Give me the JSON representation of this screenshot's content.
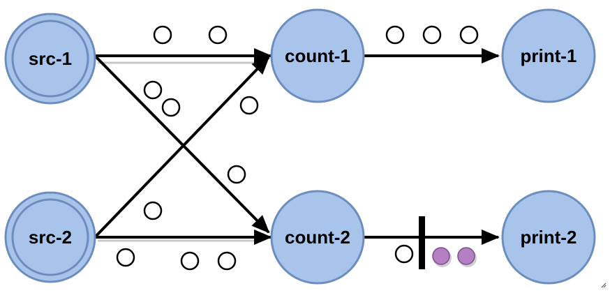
{
  "colors": {
    "node_fill": "#a9c4eb",
    "node_stroke": "#6c8ebf",
    "edge": "#000000",
    "event_token": "#ffffff",
    "buffered_token": "#b57fc4",
    "buffered_token_stroke": "#7a4f8c"
  },
  "nodes": {
    "src1": {
      "label": "src-1"
    },
    "src2": {
      "label": "src-2"
    },
    "count1": {
      "label": "count-1"
    },
    "count2": {
      "label": "count-2"
    },
    "print1": {
      "label": "print-1"
    },
    "print2": {
      "label": "print-2"
    }
  },
  "edges": [
    {
      "from": "src-1",
      "to": "count-1"
    },
    {
      "from": "src-1",
      "to": "count-2"
    },
    {
      "from": "src-2",
      "to": "count-1"
    },
    {
      "from": "src-2",
      "to": "count-2"
    },
    {
      "from": "count-1",
      "to": "print-1"
    },
    {
      "from": "count-2",
      "to": "print-2",
      "blocked": true
    }
  ],
  "legend_icons": {
    "event": "empty-circle-token",
    "buffered": "filled-purple-circle-token",
    "barrier": "vertical-bar"
  }
}
